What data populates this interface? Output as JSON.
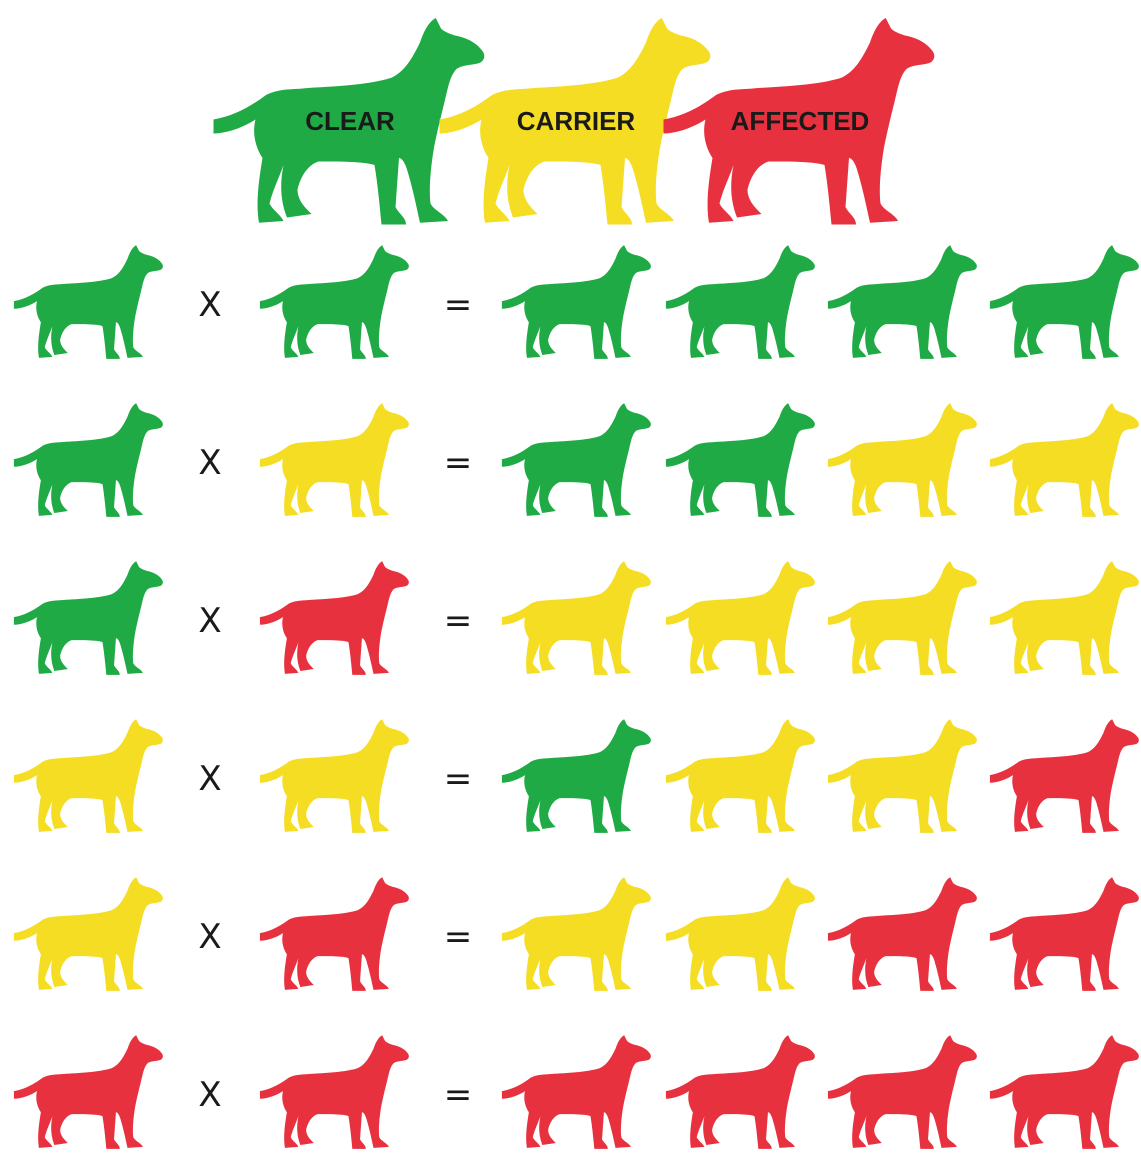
{
  "colors": {
    "clear": "#1faa45",
    "carrier": "#f4dd23",
    "affected": "#e8313f"
  },
  "legend": [
    {
      "key": "clear",
      "label": "CLEAR"
    },
    {
      "key": "carrier",
      "label": "CARRIER"
    },
    {
      "key": "affected",
      "label": "AFFECTED"
    }
  ],
  "operators": {
    "cross": "X",
    "equals": "="
  },
  "crosses": [
    {
      "parents": [
        "clear",
        "clear"
      ],
      "offspring": [
        "clear",
        "clear",
        "clear",
        "clear"
      ]
    },
    {
      "parents": [
        "clear",
        "carrier"
      ],
      "offspring": [
        "clear",
        "clear",
        "carrier",
        "carrier"
      ]
    },
    {
      "parents": [
        "clear",
        "affected"
      ],
      "offspring": [
        "carrier",
        "carrier",
        "carrier",
        "carrier"
      ]
    },
    {
      "parents": [
        "carrier",
        "carrier"
      ],
      "offspring": [
        "clear",
        "carrier",
        "carrier",
        "affected"
      ]
    },
    {
      "parents": [
        "carrier",
        "affected"
      ],
      "offspring": [
        "carrier",
        "carrier",
        "affected",
        "affected"
      ]
    },
    {
      "parents": [
        "affected",
        "affected"
      ],
      "offspring": [
        "affected",
        "affected",
        "affected",
        "affected"
      ]
    }
  ]
}
